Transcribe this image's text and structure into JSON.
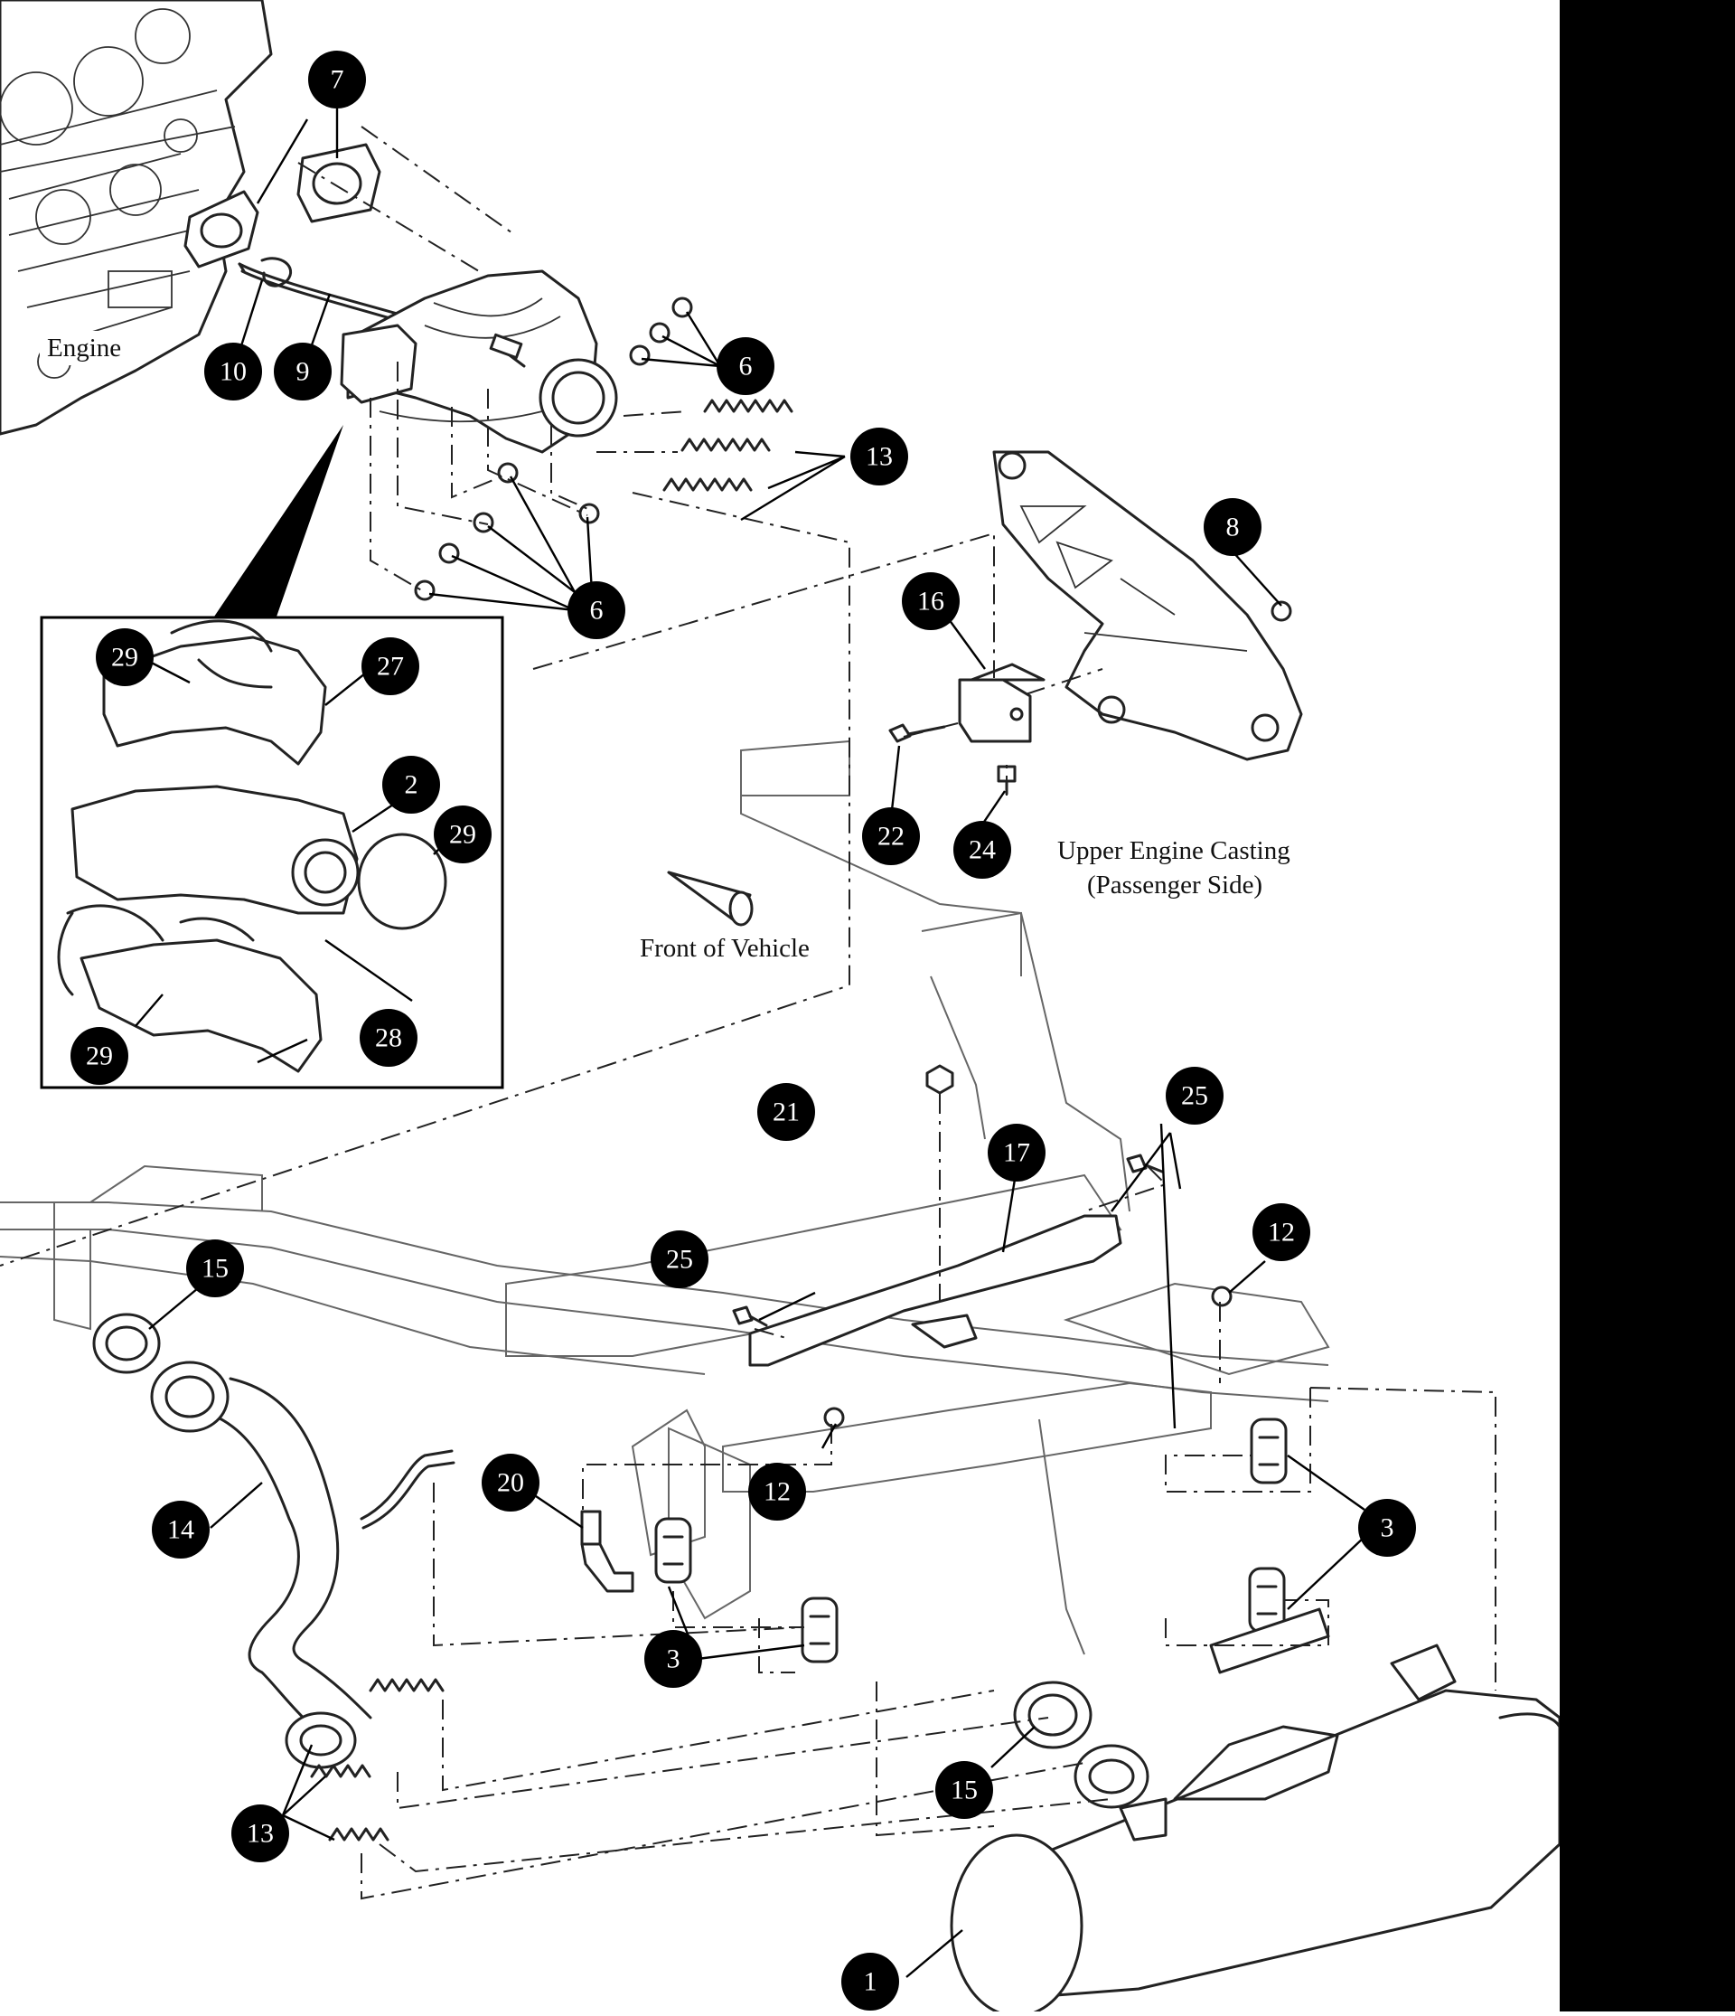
{
  "labels": {
    "engine": "Engine",
    "front_of_vehicle": "Front of Vehicle",
    "upper_engine_casting_line1": "Upper Engine Casting",
    "upper_engine_casting_line2": "(Passenger Side)"
  },
  "callouts": [
    {
      "id": "c7",
      "text": "7"
    },
    {
      "id": "c10",
      "text": "10"
    },
    {
      "id": "c9",
      "text": "9"
    },
    {
      "id": "c6a",
      "text": "6"
    },
    {
      "id": "c13a",
      "text": "13"
    },
    {
      "id": "c8",
      "text": "8"
    },
    {
      "id": "c6b",
      "text": "6"
    },
    {
      "id": "c16",
      "text": "16"
    },
    {
      "id": "c29a",
      "text": "29"
    },
    {
      "id": "c27",
      "text": "27"
    },
    {
      "id": "c2",
      "text": "2"
    },
    {
      "id": "c29b",
      "text": "29"
    },
    {
      "id": "c22",
      "text": "22"
    },
    {
      "id": "c24",
      "text": "24"
    },
    {
      "id": "c28",
      "text": "28"
    },
    {
      "id": "c29c",
      "text": "29"
    },
    {
      "id": "c21",
      "text": "21"
    },
    {
      "id": "c25a",
      "text": "25"
    },
    {
      "id": "c17",
      "text": "17"
    },
    {
      "id": "c15a",
      "text": "15"
    },
    {
      "id": "c25b",
      "text": "25"
    },
    {
      "id": "c12a",
      "text": "12"
    },
    {
      "id": "c20",
      "text": "20"
    },
    {
      "id": "c12b",
      "text": "12"
    },
    {
      "id": "c14",
      "text": "14"
    },
    {
      "id": "c3a",
      "text": "3"
    },
    {
      "id": "c3b",
      "text": "3"
    },
    {
      "id": "c15b",
      "text": "15"
    },
    {
      "id": "c13b",
      "text": "13"
    },
    {
      "id": "c1",
      "text": "1"
    }
  ]
}
